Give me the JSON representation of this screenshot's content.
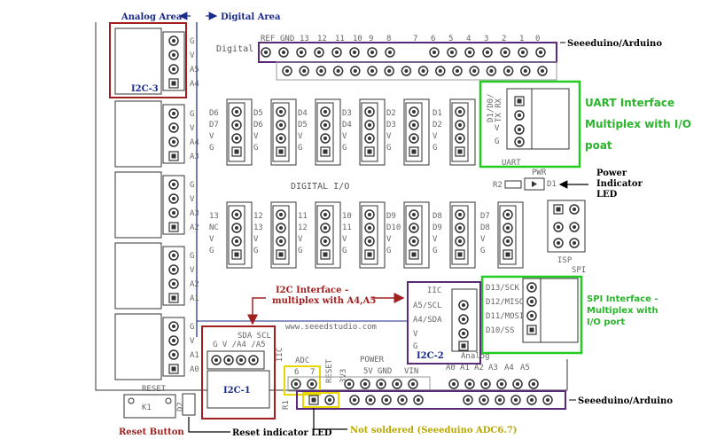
{
  "areas": {
    "analog": "Analog Area",
    "digital": "Digital Area"
  },
  "top_header": {
    "digital_label": "Digital",
    "pins": [
      "REF",
      "GND",
      "13",
      "12",
      "11",
      "10",
      "9",
      "8",
      "7",
      "6",
      "5",
      "4",
      "3",
      "2",
      "1",
      "0"
    ],
    "note": "Seeeduino/Arduino"
  },
  "analog_ports": [
    {
      "name": "I2C-3",
      "pins": [
        "G",
        "V",
        "A5",
        "A4"
      ]
    },
    {
      "pins": [
        "G",
        "V",
        "A4",
        "A3"
      ]
    },
    {
      "pins": [
        "G",
        "V",
        "A3",
        "A2"
      ]
    },
    {
      "pins": [
        "G",
        "V",
        "A2",
        "A1"
      ]
    },
    {
      "pins": [
        "G",
        "V",
        "A1",
        "A0"
      ]
    }
  ],
  "digital_row1": [
    [
      "D6",
      "D7",
      "V",
      "G"
    ],
    [
      "D5",
      "D6",
      "V",
      "G"
    ],
    [
      "D4",
      "D5",
      "V",
      "G"
    ],
    [
      "D3",
      "D4",
      "V",
      "G"
    ],
    [
      "D2",
      "D3",
      "V",
      "G"
    ],
    [
      "D1",
      "D2",
      "V",
      "G"
    ]
  ],
  "digital_row2": [
    [
      "13",
      "NC",
      "V",
      "G"
    ],
    [
      "12",
      "13",
      "V",
      "G"
    ],
    [
      "11",
      "12",
      "V",
      "G"
    ],
    [
      "10",
      "11",
      "V",
      "G"
    ],
    [
      "D9",
      "D10",
      "V",
      "G"
    ],
    [
      "D8",
      "D9",
      "V",
      "G"
    ],
    [
      "D7",
      "D8",
      "V",
      "G"
    ]
  ],
  "digital_io_label": "DIGITAL I/O",
  "uart": {
    "pins": [
      "D1/D0/",
      "TX RX",
      "V",
      "G"
    ],
    "label": "UART",
    "note_lines": [
      "UART Interface",
      "Multiplex with I/O",
      "poat"
    ]
  },
  "power_led": {
    "silk": "PWR",
    "r": "R2",
    "d": "D1",
    "note_lines": [
      "Power",
      "Indicator",
      "LED"
    ]
  },
  "isp_label": "ISP",
  "spi": {
    "silk": "SPI",
    "pins": [
      "D13/SCK",
      "D12/MISO",
      "D11/MOSI",
      "D10/SS"
    ],
    "note_lines": [
      "SPI Interface -",
      "Multiplex with",
      "I/O port"
    ]
  },
  "i2c2": {
    "title": "IIC",
    "pins": [
      "A5/SCL",
      "A4/SDA",
      "V",
      "G"
    ],
    "name": "I2C-2"
  },
  "i2c_note_lines": [
    "I2C Interface -",
    "multiplex with A4,A5"
  ],
  "website": "www.seeedstudio.com",
  "i2c1": {
    "pins": "SDA SCL",
    "pins2": "G  V /A4 /A5",
    "name": "I2C-1",
    "iic": "IIC"
  },
  "reset": {
    "silk": "RESET",
    "k": "K1",
    "d": "D2",
    "note": "Reset Button",
    "led_note": "Reset indicator LED"
  },
  "bottom_header": {
    "adc": "ADC",
    "adc_pins": [
      "6",
      "7"
    ],
    "reset_silk": "RESET",
    "power": "POWER",
    "power_pins": [
      "3V3",
      "5V",
      "GND",
      "VIN"
    ],
    "analog": "Analog",
    "analog_pins": [
      "A0",
      "A1",
      "A2",
      "A3",
      "A4",
      "A5"
    ],
    "r1": "R1",
    "note": "Seeeduino/Arduino",
    "not_soldered": "Not soldered (Seeeduino ADC6.7)"
  },
  "colors": {
    "analog_frame": "#a02020",
    "spi_frame": "#22cc22",
    "header_frame": "#5a2a7a",
    "adc_frame": "#e8d800",
    "arrow_blue": "#1a2a8a"
  }
}
